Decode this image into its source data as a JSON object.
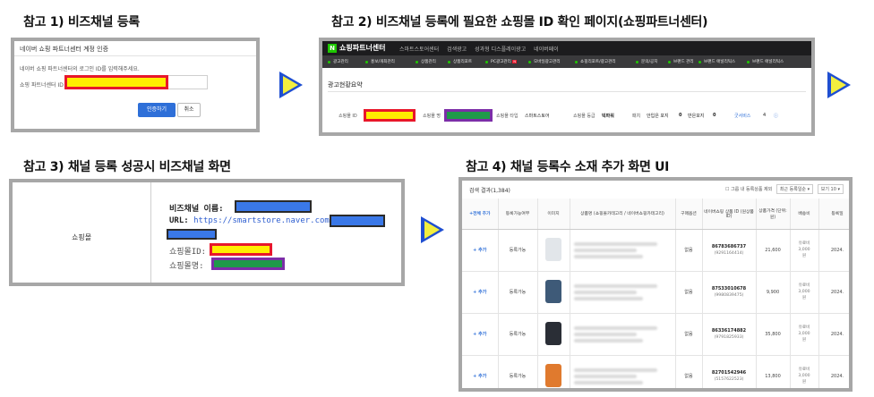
{
  "headings": {
    "panel1": "참고 1) 비즈채널 등록",
    "panel2": "참고 2) 비즈채널 등록에 필요한 쇼핑몰 ID 확인 페이지(쇼핑파트너센터)",
    "panel3": "참고 3) 채널 등록 성공시 비즈채널 화면",
    "panel4": "참고 4) 채널 등록수 소재 추가 화면 UI"
  },
  "colors": {
    "arrow": "#1f4fd1",
    "arrow_fill": "#f3ee3e",
    "redact_yellow": "#ffee00",
    "redact_red": "#e8172b",
    "redact_green": "#1f9a4a",
    "redact_purple": "#7c2ea8",
    "redact_blue": "#3a78e8"
  },
  "panel1": {
    "title": "네이버 쇼핑 파트너센터 계정 인증",
    "description": "네이버 쇼핑 파트너센터의 로그인 ID를 입력해주세요.",
    "field_label": "쇼핑 파트너센터 ID",
    "confirm_button": "인증하기",
    "cancel_button": "취소"
  },
  "panel2": {
    "brand": "쇼핑파트너센터",
    "top_links": [
      "스마트스토어센터",
      "검색광고",
      "성과형 디스플레이광고",
      "네이버페이"
    ],
    "nav": [
      "광고관리",
      "홍보/개최관리",
      "상품관리",
      "상품리포트",
      "PC광고관리",
      "모바일광고관리",
      "쇼핑리포트/광고관리",
      "문의/공지",
      "브랜드 관리",
      "브랜드 애널리틱스",
      "브랜드 애널리틱스"
    ],
    "page_title": "광고현황요약",
    "row": {
      "mall_id_label": "쇼핑몰 ID",
      "mall_name_label": "쇼핑몰 명",
      "mall_type_label": "쇼핑몰 타입",
      "mall_type_value": "스마트스토어",
      "grade_label": "쇼핑몰 등급",
      "grade_value": "빅파워",
      "penalty_label": "패치",
      "penalty_value": "안입은 포지",
      "penalty_count": "0",
      "penalty_label2": "반은포지",
      "penalty_count2": "0",
      "good_service_label": "굿서비스",
      "good_service_value": "4"
    }
  },
  "panel3": {
    "left_label": "쇼핑몰",
    "biz_name_label": "비즈채널 이름:",
    "url_label": "URL:",
    "url_value": "https://smartstore.naver.com/",
    "mall_id_label": "쇼핑몰ID:",
    "mall_name_label": "쇼핑몰명:"
  },
  "panel4": {
    "header": "검색 결과(1,384)",
    "checkbox_label": "그룹 내 등록상품 제외",
    "sort_label": "최근 등록일순",
    "page_size": "보기 10",
    "columns": [
      "+전체 추가",
      "등록가능여부",
      "이미지",
      "상품명 (쇼핑몰카테고리 / 네이버쇼핑카테고리)",
      "구매옵션",
      "네이버쇼핑 상품 ID (원상품 ID)",
      "상품가격 (단위:원)",
      "배송비",
      "등록일"
    ],
    "rows": [
      {
        "add": "+ 추가",
        "status": "등록가능",
        "option": "없음",
        "product_id": "86783686737",
        "origin_id": "(9291164414)",
        "price": "21,600",
        "shipping": "유료비",
        "shipping_cost": "3,000",
        "shipping_unit": "원",
        "date": "2024.",
        "thumb": "#e2e6ea"
      },
      {
        "add": "+ 추가",
        "status": "등록가능",
        "option": "없음",
        "product_id": "87533010678",
        "origin_id": "(9980839475)",
        "price": "9,900",
        "shipping": "유료비",
        "shipping_cost": "3,000",
        "shipping_unit": "원",
        "date": "2024.",
        "thumb": "#3e5a78"
      },
      {
        "add": "+ 추가",
        "status": "등록가능",
        "option": "없음",
        "product_id": "86336174882",
        "origin_id": "(9791825933)",
        "price": "35,800",
        "shipping": "유료비",
        "shipping_cost": "3,000",
        "shipping_unit": "원",
        "date": "2024.",
        "thumb": "#2a2e36"
      },
      {
        "add": "+ 추가",
        "status": "등록가능",
        "option": "없음",
        "product_id": "82701542946",
        "origin_id": "(5157622523)",
        "price": "13,800",
        "shipping": "유료비",
        "shipping_cost": "3,000",
        "shipping_unit": "원",
        "date": "2024.",
        "thumb": "#e07a2e"
      }
    ]
  }
}
